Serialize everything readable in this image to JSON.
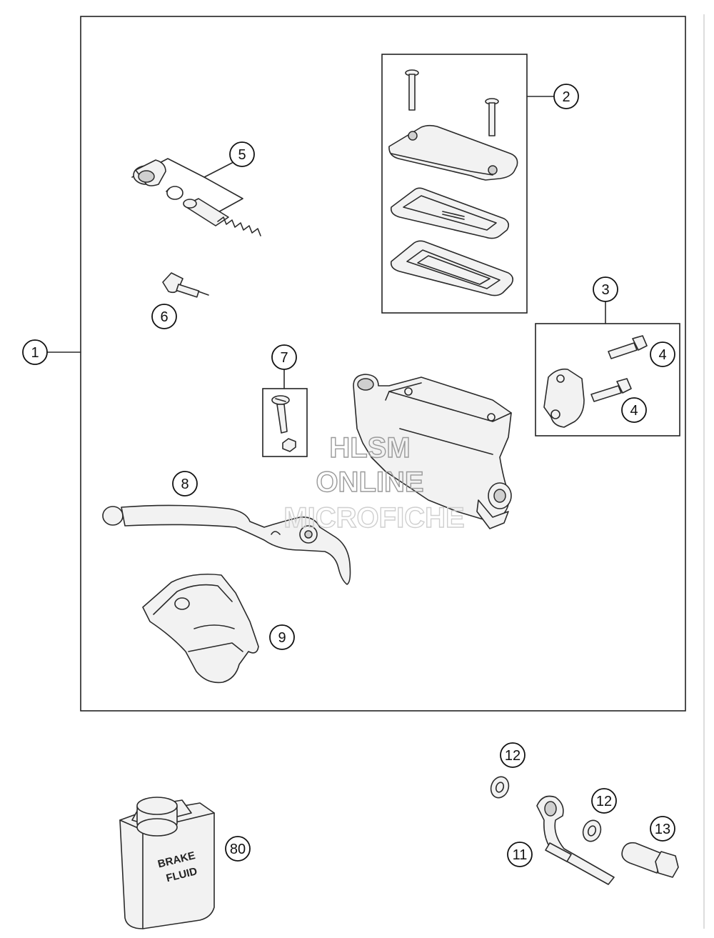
{
  "callouts": {
    "c1": "1",
    "c2": "2",
    "c3": "3",
    "c4a": "4",
    "c4b": "4",
    "c5": "5",
    "c6": "6",
    "c7": "7",
    "c8": "8",
    "c9": "9",
    "c11": "11",
    "c12a": "12",
    "c12b": "12",
    "c13": "13",
    "c80": "80"
  },
  "watermark": {
    "line1": "HLSM",
    "line2": "ONLINE",
    "line3": "MICROFICHE"
  },
  "can_label": {
    "line1": "BRAKE",
    "line2": "FLUID"
  }
}
